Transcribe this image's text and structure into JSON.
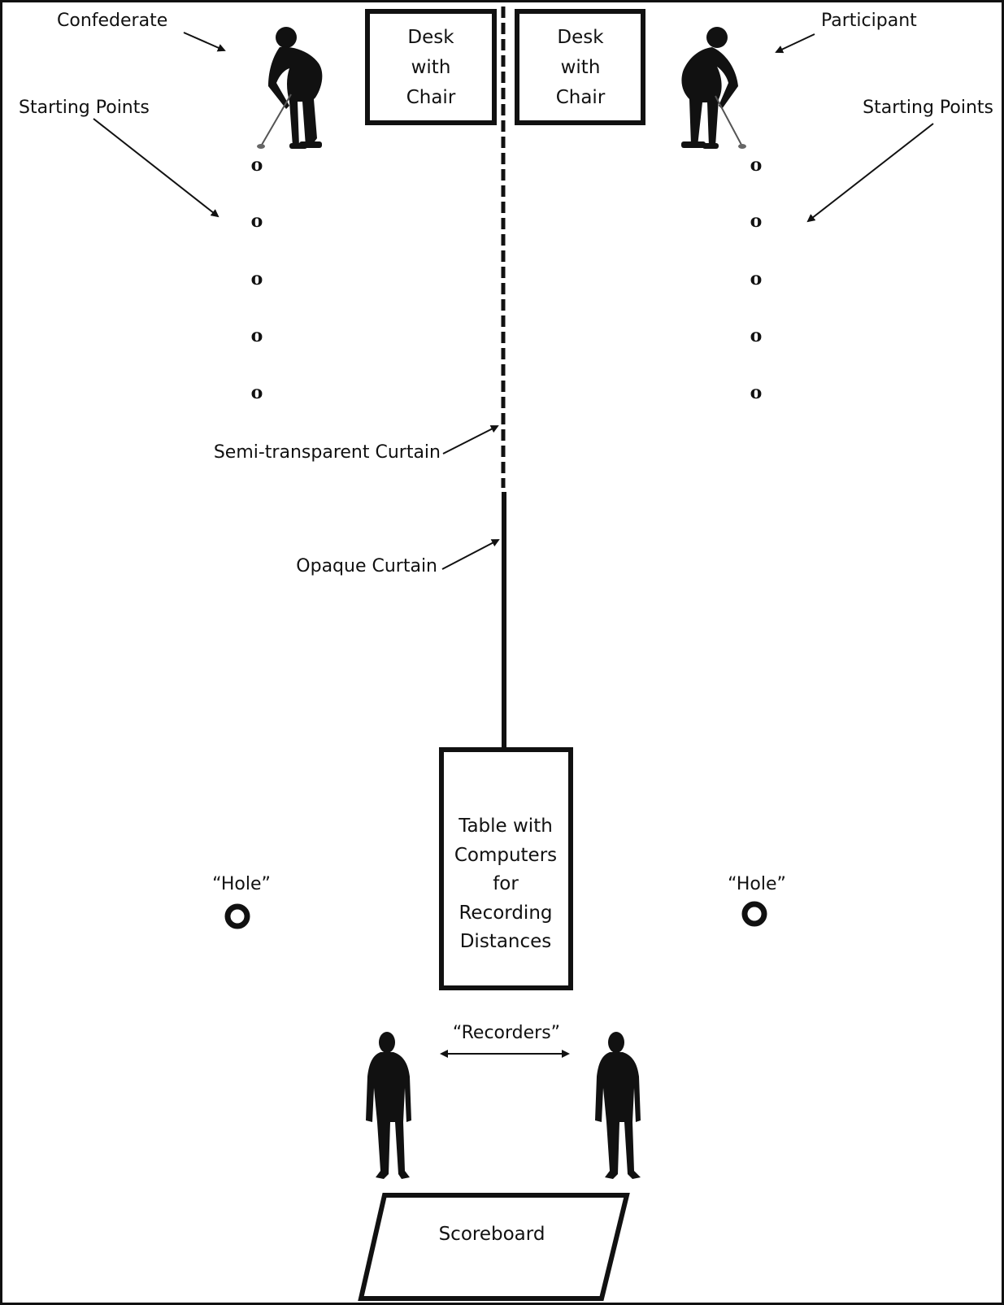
{
  "labels": {
    "confederate": "Confederate",
    "participant": "Participant",
    "starting_points_left": "Starting Points",
    "starting_points_right": "Starting Points",
    "semi_transparent_curtain": "Semi-transparent Curtain",
    "opaque_curtain": "Opaque Curtain",
    "hole_left": "“Hole”",
    "hole_right": "“Hole”",
    "recorders": "“Recorders”"
  },
  "desk_left": {
    "lines": [
      "Desk",
      "with",
      "Chair"
    ]
  },
  "desk_right": {
    "lines": [
      "Desk",
      "with",
      "Chair"
    ]
  },
  "table": {
    "lines": [
      "Table with",
      "Computers",
      "for",
      "Recording",
      "Distances"
    ]
  },
  "scoreboard": {
    "label": "Scoreboard"
  },
  "starting_point_mark": "o",
  "starting_points_per_side": 5,
  "colors": {
    "ink": "#111111",
    "background": "#ffffff"
  },
  "icons": {
    "golfer_left": "golfer-silhouette-icon",
    "golfer_right": "golfer-silhouette-icon",
    "recorder_left": "standing-person-silhouette-icon",
    "recorder_right": "standing-person-silhouette-icon"
  }
}
